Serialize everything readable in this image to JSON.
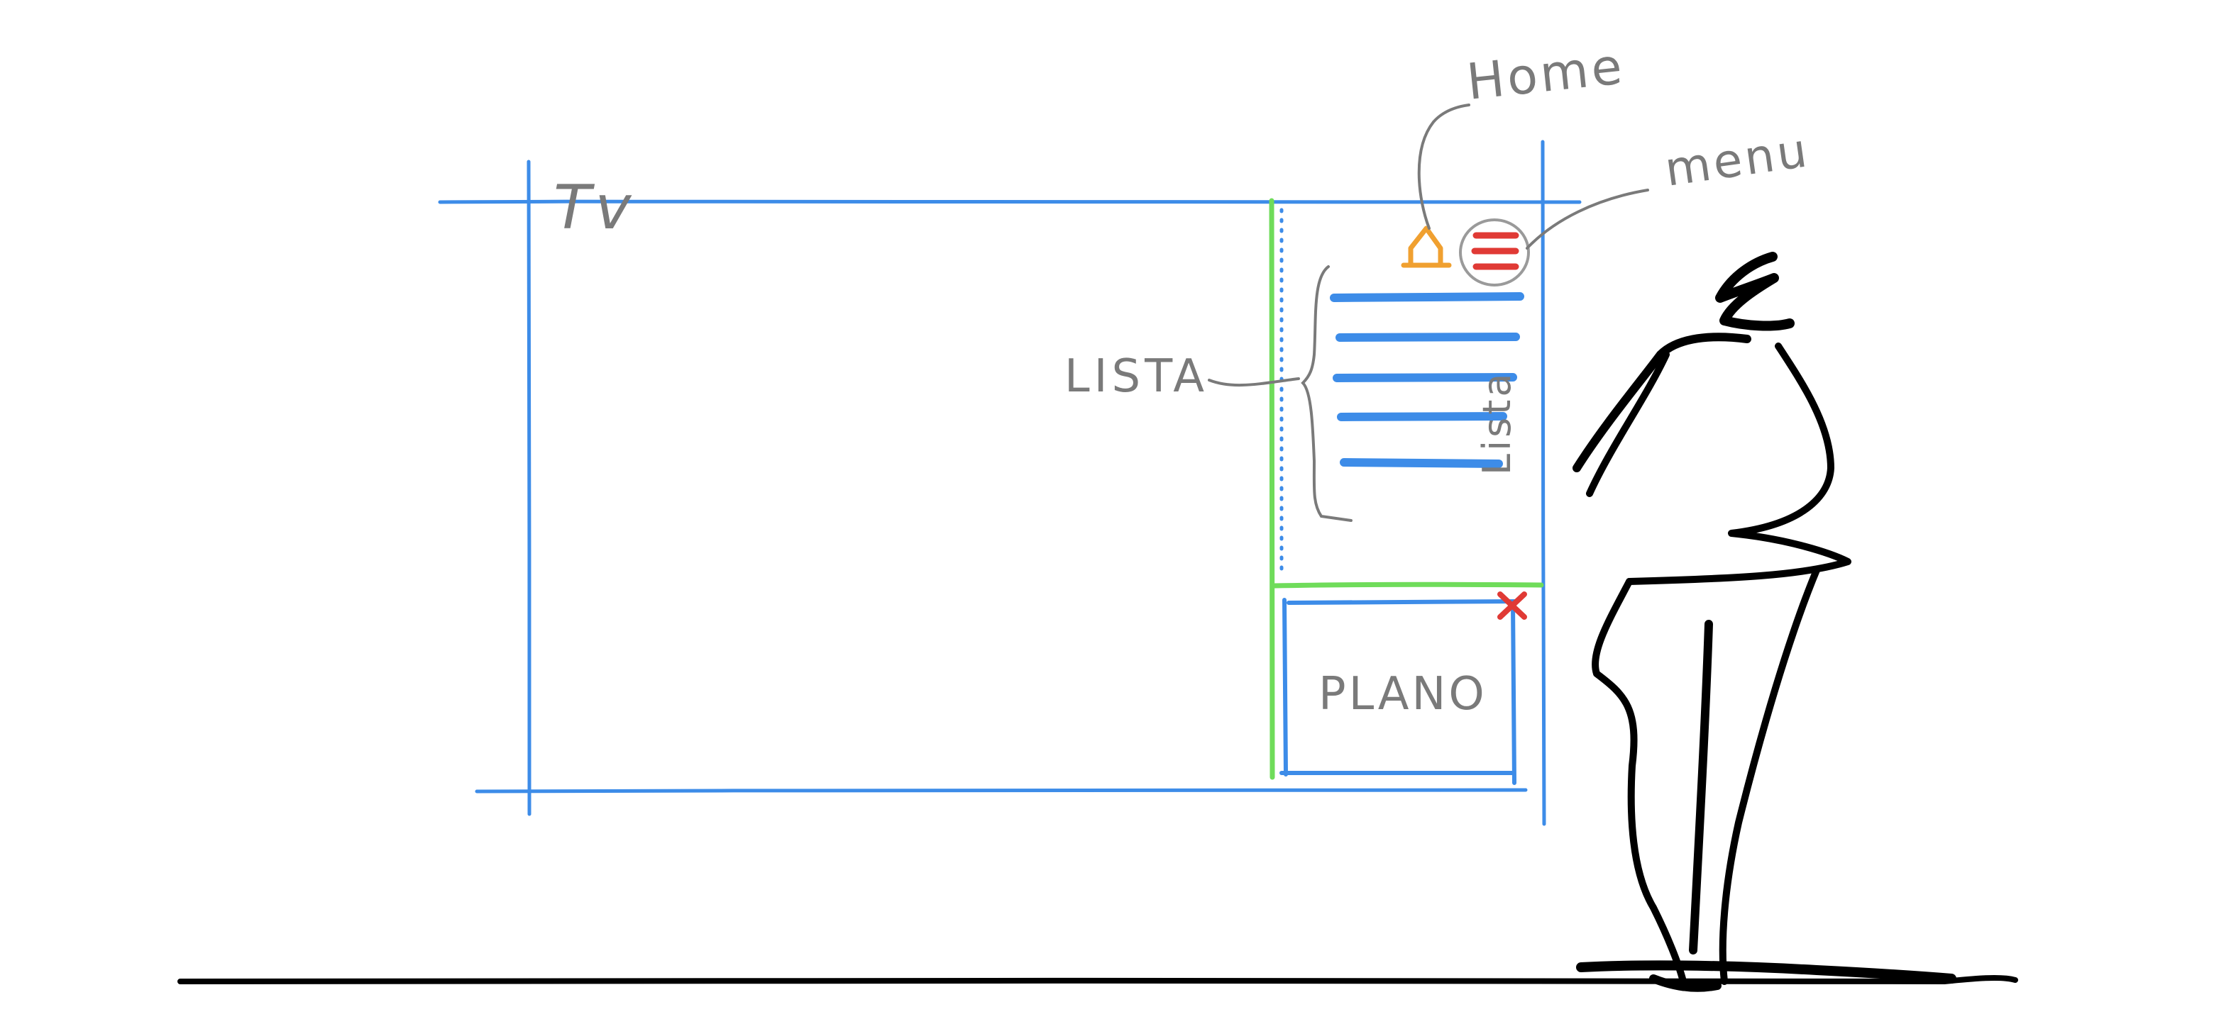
{
  "labels": {
    "tv": "Tv",
    "home": "Home",
    "menu": "menu",
    "list": "LISTA",
    "list_side": "Lista",
    "plano": "PLANO"
  },
  "colors": {
    "blue": "#3d8ce8",
    "green": "#6fdc5a",
    "gray_ink": "#7a7a7a",
    "orange": "#f0a030",
    "red": "#e03a35",
    "black": "#000000"
  },
  "icons": {
    "home": "home-icon",
    "menu": "menu-icon",
    "close": "close-icon"
  }
}
